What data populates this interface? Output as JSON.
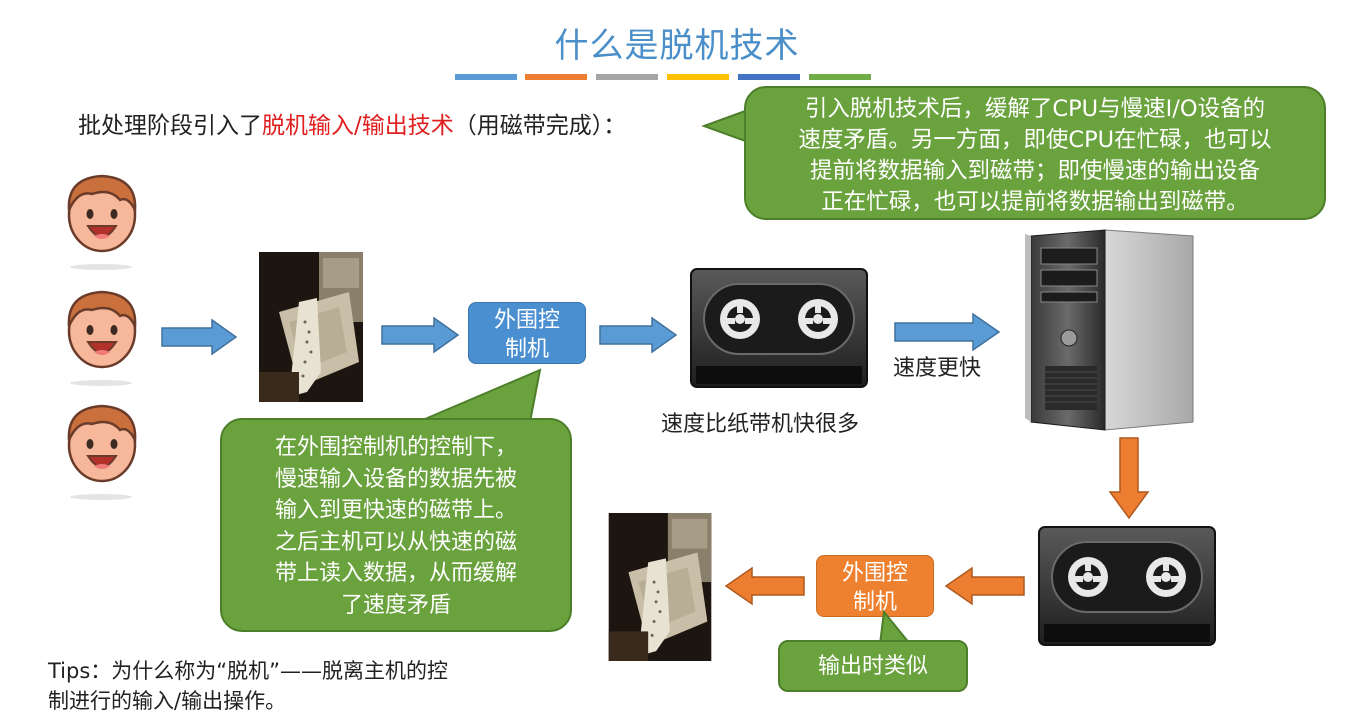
{
  "title": "什么是脱机技术",
  "title_bar_colors": [
    "#5b9bd5",
    "#ed7d31",
    "#a5a5a5",
    "#ffc000",
    "#4472c4",
    "#70ad47"
  ],
  "intro": {
    "prefix": "批处理阶段引入了",
    "highlight": "脱机输入/输出技术",
    "suffix": "（用磁带完成）："
  },
  "callouts": {
    "top": [
      "引入脱机技术后，缓解了CPU与慢速I/O设备的",
      "速度矛盾。另一方面，即使CPU在忙碌，也可以",
      "提前将数据输入到磁带；即使慢速的输出设备",
      "正在忙碌，也可以提前将数据输出到磁带。"
    ],
    "middle": [
      "在外围控制机的控制下，",
      "慢速输入设备的数据先被",
      "输入到更快速的磁带上。",
      "之后主机可以从快速的磁",
      "带上读入数据，从而缓解",
      "了速度矛盾"
    ],
    "output": "输出时类似"
  },
  "controllers": {
    "input": [
      "外围控",
      "制机"
    ],
    "output": [
      "外围控",
      "制机"
    ]
  },
  "labels": {
    "tape_speed": "速度比纸带机快很多",
    "faster": "速度更快"
  },
  "tips": [
    "Tips：为什么称为“脱机”——脱离主机的控",
    "制进行的输入/输出操作。"
  ],
  "colors": {
    "blue_arrow": "#5b9bd5",
    "orange_arrow": "#ed7d31",
    "bubble_green": "#6aa23e",
    "highlight_red": "#e02020"
  }
}
